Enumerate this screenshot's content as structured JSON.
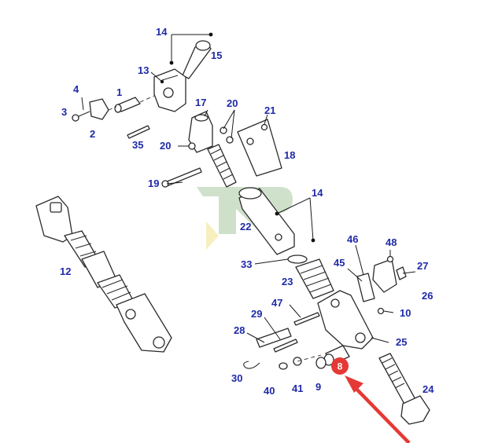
{
  "labels": {
    "l1": "1",
    "l2": "2",
    "l3": "3",
    "l4": "4",
    "l8": "8",
    "l9": "9",
    "l10": "10",
    "l12": "12",
    "l13": "13",
    "l14a": "14",
    "l14b": "14",
    "l15": "15",
    "l17": "17",
    "l18": "18",
    "l19": "19",
    "l20a": "20",
    "l20b": "20",
    "l21": "21",
    "l22": "22",
    "l23": "23",
    "l24": "24",
    "l25": "25",
    "l26": "26",
    "l27": "27",
    "l28": "28",
    "l29": "29",
    "l30": "30",
    "l33": "33",
    "l35": "35",
    "l40": "40",
    "l41": "41",
    "l45": "45",
    "l46": "46",
    "l47": "47",
    "l48": "48"
  },
  "colors": {
    "label": "#1f2aa8",
    "highlight_badge": "#e53935",
    "arrow": "#e53935",
    "watermark_green": "#a8c8a0",
    "watermark_yellow": "#f1e28a"
  },
  "highlight": {
    "part_number": "8"
  }
}
